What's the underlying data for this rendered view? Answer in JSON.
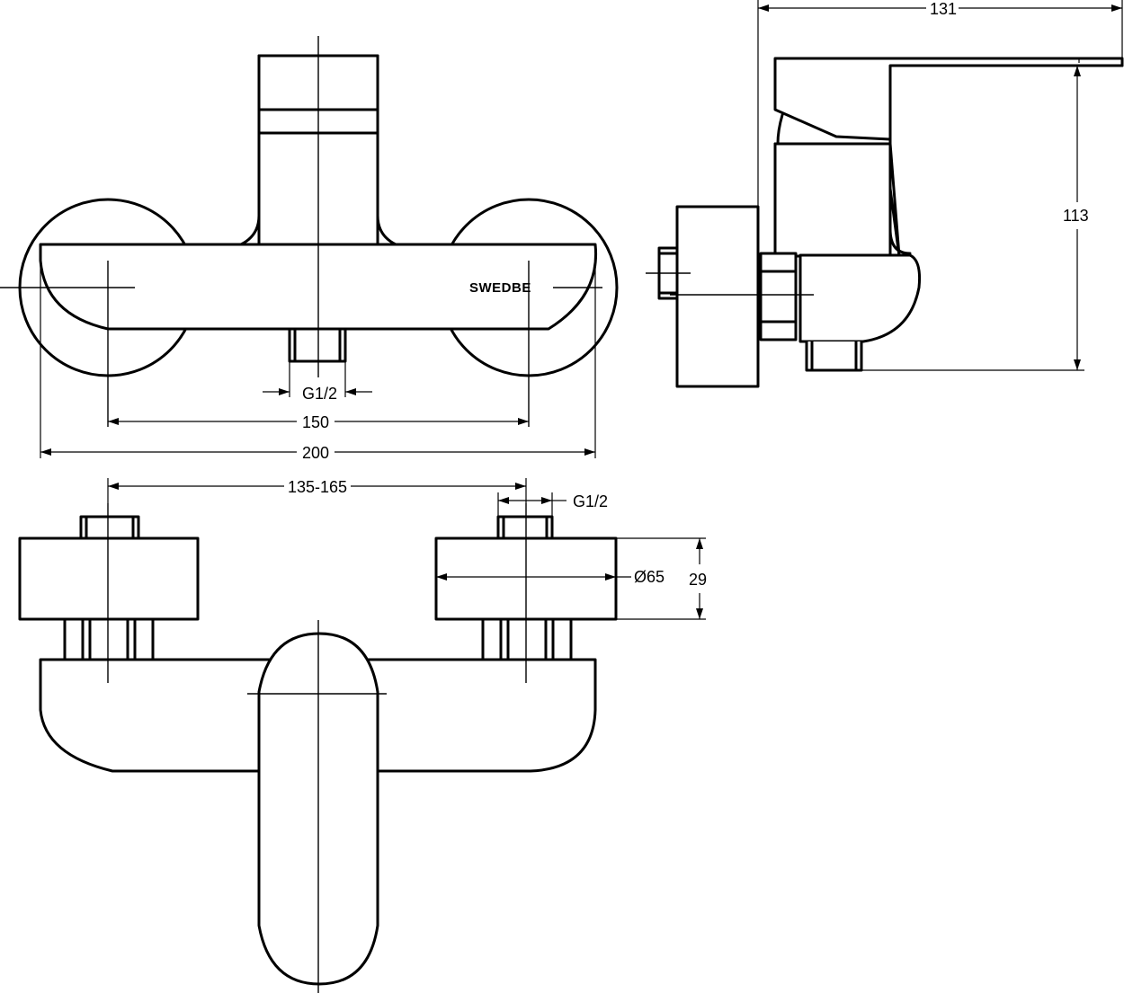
{
  "front_view": {
    "brand_text": "SWEDBE",
    "dim_inlet_thread": "G1/2",
    "dim_centers": "150",
    "dim_width": "200"
  },
  "side_view": {
    "dim_depth": "131",
    "dim_height": "113"
  },
  "bottom_view": {
    "dim_center_range": "135-165",
    "dim_thread": "G1/2",
    "dim_escutcheon_diameter": "Ø65",
    "dim_escutcheon_height": "29"
  }
}
